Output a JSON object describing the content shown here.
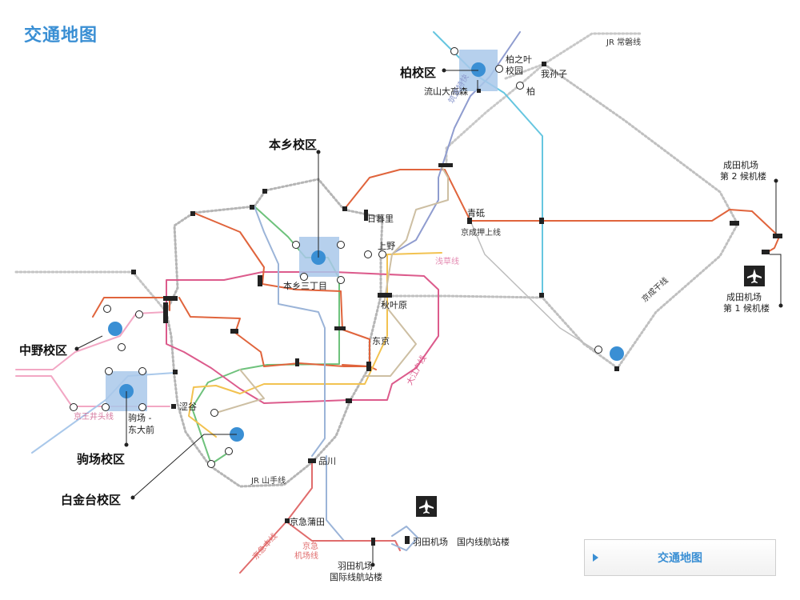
{
  "page": {
    "title": "交通地图"
  },
  "button": {
    "label": "交通地图"
  },
  "colors": {
    "campus": "#3a8fd4",
    "campus_area": "#a9c8ea",
    "yamanote_outline": "#b5b5b5",
    "jr_joban": "#c4c4c4",
    "keisei": "#e0643c",
    "tsukuba_express": "#8f9ccf",
    "toei_oedo": "#dc5b8c",
    "chiyoda": "#6ec27c",
    "asakusa_line": "#f2a7c4",
    "keio_inokashira": "#d5789e",
    "keikyu": "#e06c6c",
    "kashiwa_branch": "#66c6e0"
  },
  "campuses": {
    "kashiwa": "柏校区",
    "hongo": "本乡校区",
    "nakano": "中野校区",
    "komaba": "驹场校区",
    "shirokane": "白金台校区"
  },
  "stations": {
    "kashiwanoha_a": "柏之叶",
    "kashiwanoha_b": "校园",
    "nagareyama": "流山大高森",
    "abiko": "我孙子",
    "kashiwa": "柏",
    "nippori": "日暮里",
    "ueno": "上野",
    "aoto": "青砥",
    "hongo_sanchome": "本乡三丁目",
    "akihabara": "秋叶原",
    "tokyo": "东京",
    "shibuya": "涩谷",
    "komaba_a": "驹场 -",
    "komaba_b": "东大前",
    "shinagawa": "品川",
    "keikyu_kamata": "京急蒲田",
    "haneda_domestic": "羽田机场　国内线航站楼",
    "haneda_intl_a": "羽田机场",
    "haneda_intl_b": "国际线航站楼",
    "narita_t2_a": "成田机场",
    "narita_t2_b": "第 2 候机楼",
    "narita_t1_a": "成田机场",
    "narita_t1_b": "第 1 候机楼"
  },
  "lines": {
    "jr_joban": "JR 常磐线",
    "tsukuba_express": "筑波特快",
    "keisei_oshiage": "京成押上线",
    "asakusa": "浅草线",
    "keisei_main": "京成干线",
    "oedo": "大江户线",
    "keio_inokashira": "京王井头线",
    "yamanote": "JR 山手线",
    "keikyu_main": "京急本线",
    "keikyu_airport_a": "京急",
    "keikyu_airport_b": "机场线"
  },
  "icons": [
    "airplane-icon",
    "play-arrow-icon"
  ]
}
